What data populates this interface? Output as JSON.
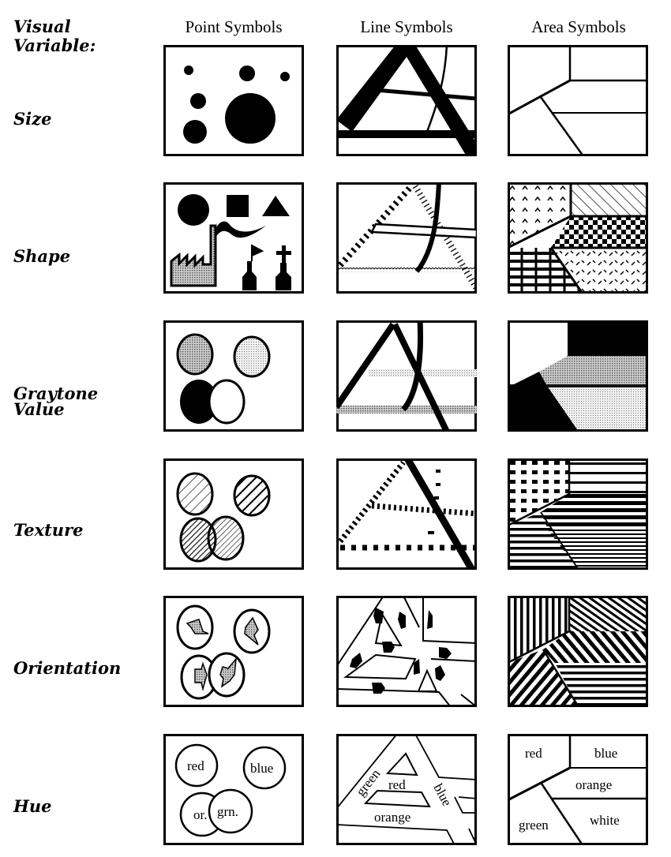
{
  "header": {
    "corner_label": "Visual Variable:",
    "corner_line1": "Visual",
    "corner_line2": "Variable:",
    "columns": [
      "Point Symbols",
      "Line Symbols",
      "Area Symbols"
    ]
  },
  "rows": [
    {
      "label": "Size"
    },
    {
      "label": "Shape"
    },
    {
      "label_line1": "Graytone",
      "label_line2": "Value",
      "label": "Graytone Value"
    },
    {
      "label": "Texture"
    },
    {
      "label": "Orientation"
    },
    {
      "label": "Hue"
    }
  ],
  "hue": {
    "point": {
      "c1": "red",
      "c2": "blue",
      "c3": "or.",
      "c4": "grn."
    },
    "line": {
      "l1": "green",
      "l2": "red",
      "l3": "blue",
      "l4": "orange"
    },
    "area": {
      "a1": "red",
      "a2": "blue",
      "a3": "orange",
      "a4": "green",
      "a5": "white"
    }
  },
  "colors": {
    "ink": "#000000",
    "gray_dark": "#8a8a8a",
    "gray_light": "#c8c8c8",
    "paper": "#ffffff"
  }
}
